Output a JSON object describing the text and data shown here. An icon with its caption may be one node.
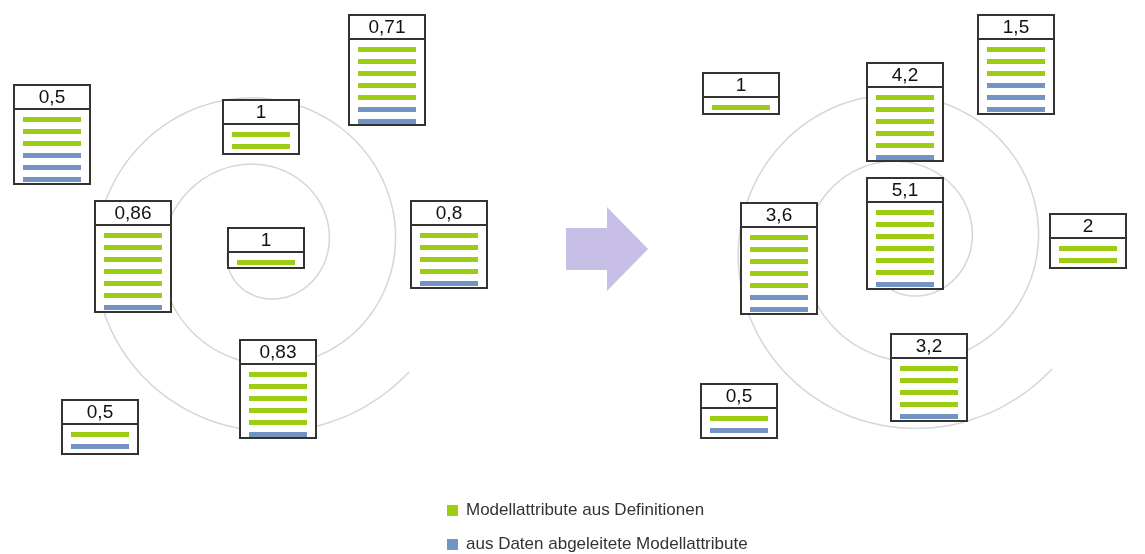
{
  "diagram": {
    "nodes": [
      {
        "text": [
          "0,5"
        ]
      },
      {
        "text": [
          "1"
        ]
      },
      {
        "text": [
          "0,71"
        ]
      },
      {
        "text": [
          "0,86"
        ]
      },
      {
        "text": [
          "1"
        ]
      },
      {
        "text": [
          "0,8"
        ]
      },
      {
        "text": [
          "0,83"
        ]
      },
      {
        "text": [
          "0,5"
        ]
      },
      {
        "text": [
          "1"
        ]
      },
      {
        "text": [
          "4,2"
        ]
      },
      {
        "text": [
          "1,5"
        ]
      },
      {
        "text": [
          "3,6"
        ]
      },
      {
        "text": [
          "5,1"
        ]
      },
      {
        "text": [
          "2"
        ]
      },
      {
        "text": [
          "3,2"
        ]
      },
      {
        "text": [
          "0,5"
        ]
      }
    ],
    "legend": [
      {
        "text": "Modellattribute aus Definitionen",
        "color": "#9ccc14"
      },
      {
        "text": "aus Daten abgeleitete Modellattribute",
        "color": "#7393c2"
      }
    ]
  }
}
